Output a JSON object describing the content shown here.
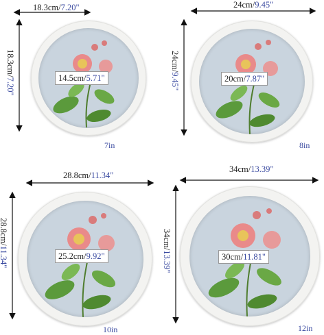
{
  "frames": [
    {
      "outer_width": {
        "cm": "18.3cm/",
        "in": "7.20\""
      },
      "outer_height": {
        "cm": "18.3cm/",
        "in": "7.20\""
      },
      "inner": {
        "cm": "14.5cm/",
        "in": "5.71\""
      },
      "size": "7in"
    },
    {
      "outer_width": {
        "cm": "24cm/",
        "in": "9.45\""
      },
      "outer_height": {
        "cm": "24cm/",
        "in": "9.45\""
      },
      "inner": {
        "cm": "20cm/",
        "in": "7.87\""
      },
      "size": "8in"
    },
    {
      "outer_width": {
        "cm": "28.8cm/",
        "in": "11.34\""
      },
      "outer_height": {
        "cm": "28.8cm/",
        "in": "11.34\""
      },
      "inner": {
        "cm": "25.2cm/",
        "in": "9.92\""
      },
      "size": "10in"
    },
    {
      "outer_width": {
        "cm": "34cm/",
        "in": "13.39\""
      },
      "outer_height": {
        "cm": "34cm/",
        "in": "13.39\""
      },
      "inner": {
        "cm": "30cm/",
        "in": "11.81\""
      },
      "size": "12in"
    }
  ],
  "colors": {
    "picture_bg": "#c9d4de",
    "frame": "#f3f3f1",
    "inch_text": "#3a4aa0",
    "rose": "#e98a8a",
    "leaf": "#5b9a3c"
  }
}
